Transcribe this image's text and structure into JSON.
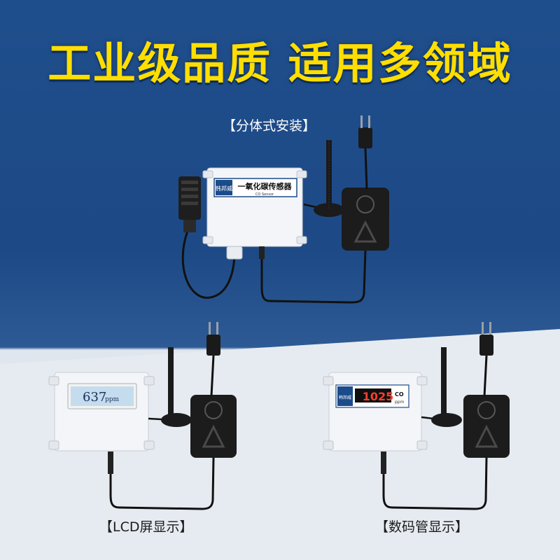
{
  "headline": "工业级品质 适用多领域",
  "variants": {
    "split": {
      "label": "【分体式安装】",
      "panel_title": "一氧化碳传感器",
      "panel_subtitle": "CO Sensor",
      "brand": "韩邦威"
    },
    "lcd": {
      "label": "【LCD屏显示】",
      "reading_value": "637",
      "reading_unit": "ppm"
    },
    "segment": {
      "label": "【数码管显示】",
      "reading_value": "1025",
      "gas": "CO",
      "unit": "ppm",
      "brand": "韩邦威"
    }
  },
  "colors": {
    "headline": "#ffde00",
    "background_top": "#1f4e8c",
    "background_bottom": "#e8edf3"
  }
}
